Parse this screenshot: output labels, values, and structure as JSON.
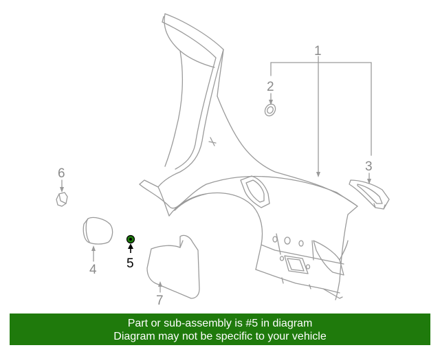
{
  "diagram": {
    "callouts": {
      "c1": "1",
      "c2": "2",
      "c3": "3",
      "c4": "4",
      "c5": "5",
      "c6": "6",
      "c7": "7"
    },
    "highlighted_part": "5",
    "colors": {
      "line": "#9a9a9a",
      "highlight_part": "#1f7a0c",
      "highlight_label": "#000000"
    }
  },
  "banner": {
    "line1": "Part or sub-assembly is #5 in diagram",
    "line2": "Diagram may not be specific to your vehicle",
    "background": "#1f7a0c",
    "text_color": "#ffffff"
  }
}
